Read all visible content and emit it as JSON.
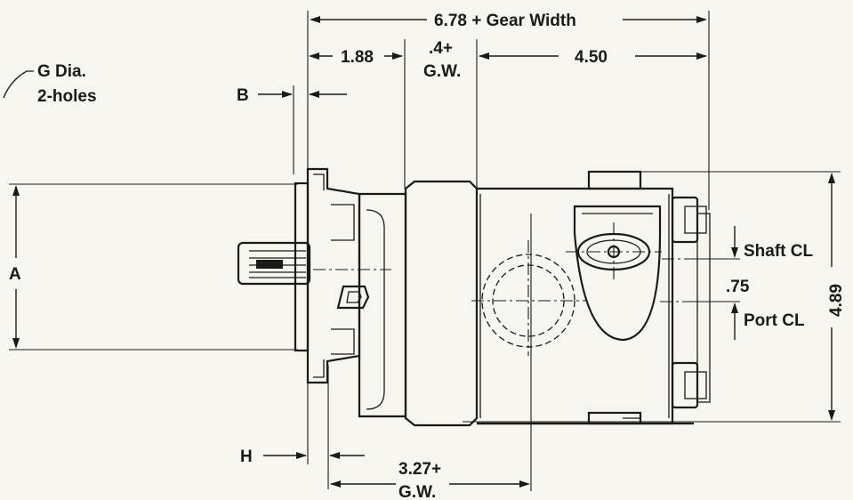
{
  "drawing": {
    "labels": {
      "overall_length": "6.78 + Gear Width",
      "flange_offset": "1.88",
      "gear_offset_a": ".4+",
      "gear_offset_b": "G.W.",
      "rear_length": "4.50",
      "mount_hole_a": "G Dia.",
      "mount_hole_b": "2-holes",
      "dim_b": "B",
      "dim_a": "A",
      "dim_h": "H",
      "shaft_cl": "Shaft CL",
      "port_offset": ".75",
      "port_cl": "Port CL",
      "height": "4.89",
      "port_pos_a": "3.27+",
      "port_pos_b": "G.W."
    },
    "colors": {
      "ink": "#1a1a1a",
      "paper": "#f7f5ef"
    }
  }
}
